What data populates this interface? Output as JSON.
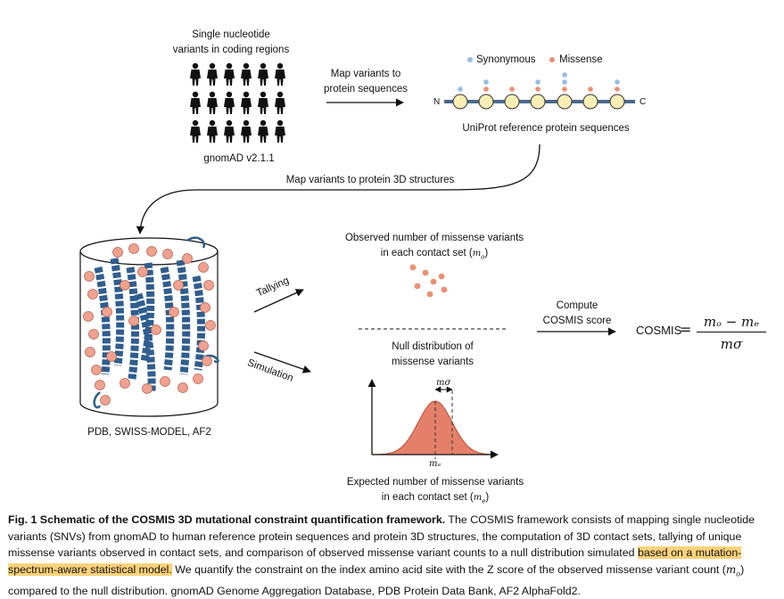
{
  "labels": {
    "snv_line1": "Single nucleotide",
    "snv_line2": "variants in coding regions",
    "gnomad": "gnomAD v2.1.1",
    "map_seq_line1": "Map variants to",
    "map_seq_line2": "protein sequences",
    "legend_syn": "Synonymous",
    "legend_mis": "Missense",
    "n_term": "N",
    "c_term": "C",
    "uniprot": "UniProt reference protein sequences",
    "map_struct": "Map variants to protein 3D structures",
    "structures": "PDB, SWISS-MODEL, AF2",
    "tallying": "Tallying",
    "simulation": "Simulation",
    "observed_line1": "Observed number of missense variants",
    "observed_line2": "in each contact set (",
    "observed_sym": "m",
    "observed_sub": "o",
    "compute_line1": "Compute",
    "compute_line2": "COSMIS score",
    "cosmis_word": "COSMIS",
    "equals": "=",
    "formula_num": "mₒ − mₑ",
    "formula_den": "mσ",
    "null_line1": "Null distribution of",
    "null_line2": "missense variants",
    "sigma_label": "mσ",
    "mean_label": "mₑ",
    "expected_line1": "Expected number of missense variants",
    "expected_line2": "in each contact set (",
    "expected_sym": "m",
    "expected_sub": "e"
  },
  "colors": {
    "synonymous": "#94bde6",
    "missense": "#ef8e70",
    "residue_fill": "#fbeeb5",
    "backbone": "#4a6a8c",
    "protein_ribbon": "#2f5d8f",
    "null_fill": "#e4806a",
    "highlight": "#fcd27a"
  },
  "caption": {
    "fig_title": "Fig. 1 Schematic of the COSMIS 3D mutational constraint quantification framework.",
    "text1": " The COSMIS framework consists of mapping single nucleotide variants (SNVs) from gnomAD to human reference protein sequences and protein 3D structures, the computation of 3D contact sets, tallying of unique missense variants observed in contact sets, and comparison of observed missense variant counts to a null distribution simulated ",
    "highlight": "based on a mutation-spectrum-aware statistical model.",
    "text2": " We quantify the constraint on the index amino acid site with the Z score of the observed missense variant count (",
    "text2_sym": "m",
    "text2_sub": "o",
    "text3": ") compared to the null distribution. gnomAD Genome Aggregation Database, PDB Protein Data Bank, AF2 AlphaFold2."
  }
}
